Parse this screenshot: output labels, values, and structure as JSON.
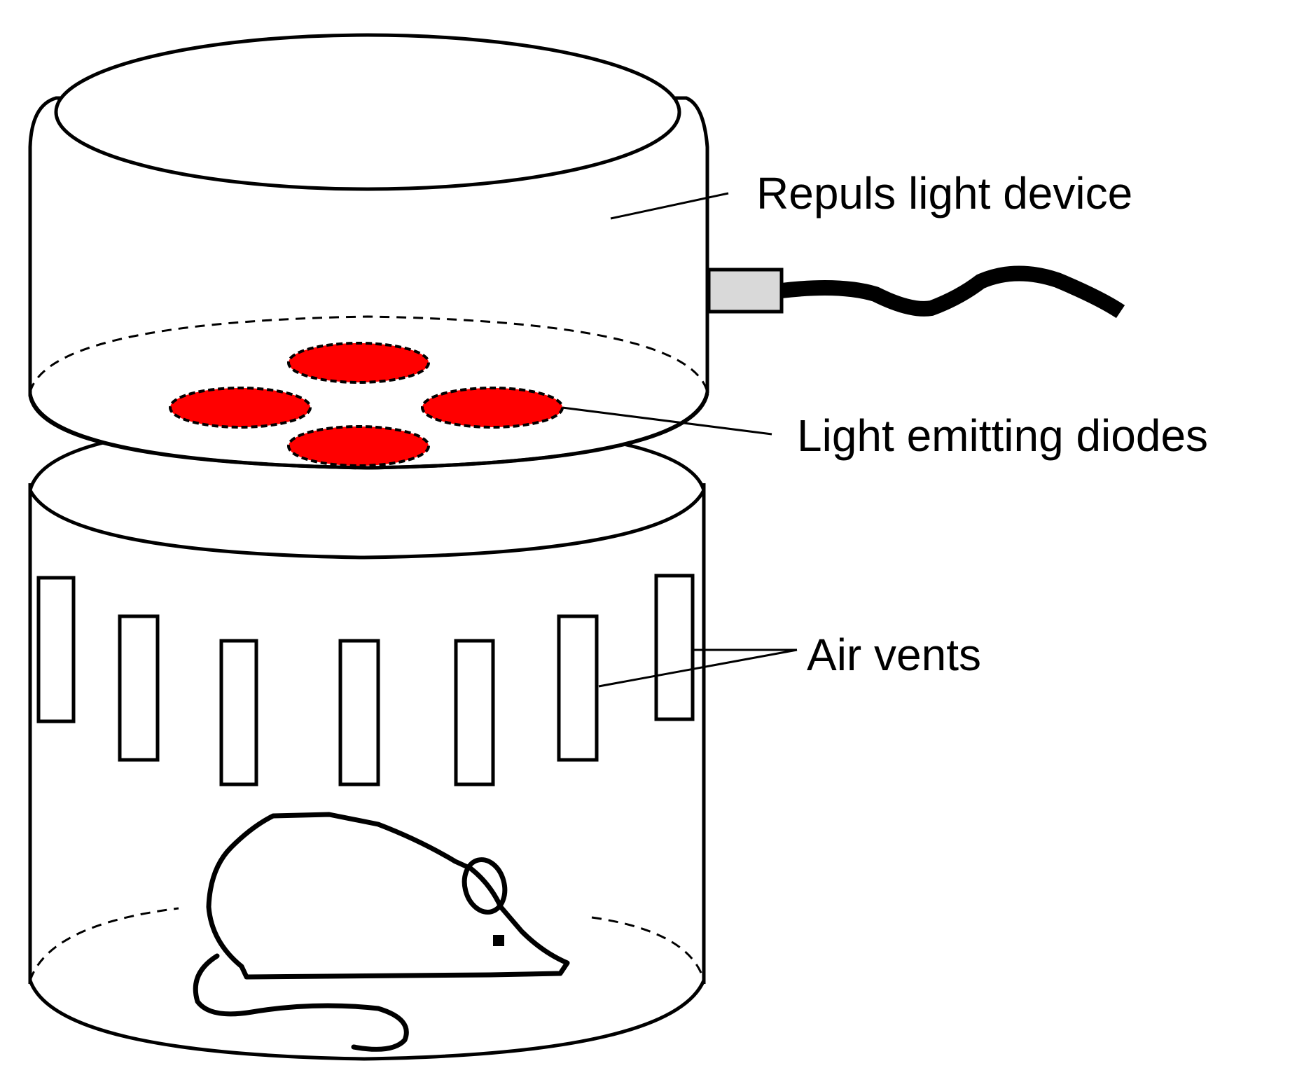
{
  "labels": {
    "device": "Repuls light device",
    "leds": "Light emitting diodes",
    "vents": "Air vents"
  },
  "colors": {
    "led_fill": "#ff0000",
    "stroke": "#000000",
    "connector_fill": "#d9d9d9",
    "background": "#ffffff"
  },
  "icons": {
    "animal": "mouse-icon",
    "cable": "power-cable-icon"
  }
}
